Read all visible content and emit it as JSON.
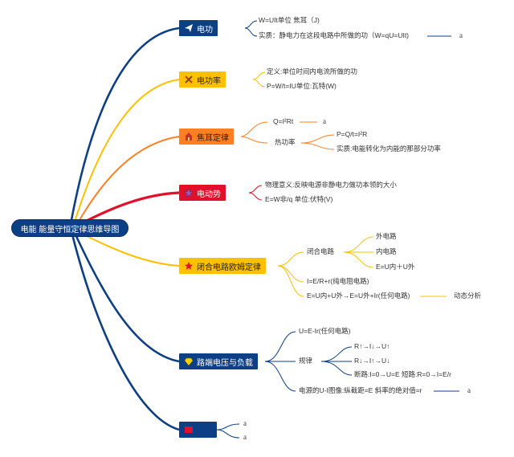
{
  "root": {
    "label": "电能 能量守恒定律思维导图"
  },
  "branches": {
    "work": {
      "label": "电功",
      "icon": "paper-plane-icon"
    },
    "power": {
      "label": "电功率",
      "icon": "tools-icon"
    },
    "joule": {
      "label": "焦耳定律",
      "icon": "home-icon"
    },
    "emf": {
      "label": "电动势",
      "icon": "star-outline-icon"
    },
    "ohm": {
      "label": "闭合电路欧姆定律",
      "icon": "star-icon"
    },
    "terminal": {
      "label": "路端电压与负载",
      "icon": "diamond-icon"
    },
    "flag": {
      "label": "",
      "icon": "flag-icon"
    }
  },
  "leaves": {
    "work_unit": "W=UIt单位 焦耳（J)",
    "work_essence": "实质：静电力在这段电路中所做的功（W=qU=UIt)",
    "work_essence_tail": "a",
    "power_def": "定义:单位时间内电流所做的功",
    "power_formula": "P=W/t=IU单位:瓦特(W)",
    "joule_q": "Q=I²Rt",
    "joule_q_tail": "a",
    "joule_heat": "热功率",
    "joule_heat_formula": "P=Q/t=I²R",
    "joule_heat_essence": "实质:电能转化为内能的那部分功率",
    "emf_meaning": "物理意义:反映电源非静电力做功本领的大小",
    "emf_formula": "E=W非/q 单位:伏特(V)",
    "ohm_closed": "闭合电路",
    "ohm_outer": "外电路",
    "ohm_inner": "内电路",
    "ohm_sum": "E=U内＋U外",
    "ohm_pure": "I=E/R+r(纯电阻电路)",
    "ohm_any": "E=U内+U外→E=U外+Ir(任何电路)",
    "ohm_dynamic": "动态分析",
    "term_u": "U=E-Ir(任何电路)",
    "term_rule": "规律",
    "term_r_up": "R↑→I↓→U↑",
    "term_r_down": "R↓→I↑→U↓",
    "term_open_short": "断路:I=0→U=E 短路:R=0→I=E/r",
    "term_graph": "电源的U-I图像:纵截距=E 斜率的绝对值=r",
    "term_graph_tail": "a",
    "flag_a1": "a",
    "flag_a2": "a"
  },
  "colors": {
    "navy": "#0d3f86",
    "yellow": "#ffc000",
    "orange": "#ff8022",
    "red": "#e2112b"
  }
}
